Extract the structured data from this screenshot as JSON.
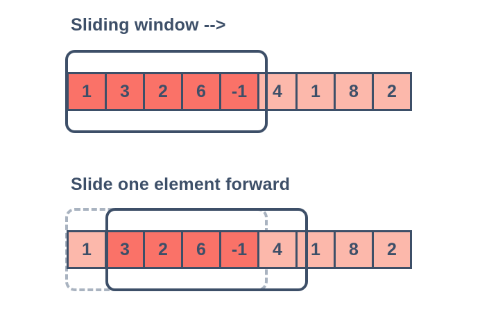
{
  "diagram": {
    "title_row1": "Sliding window -->",
    "title_row2": "Slide one element forward",
    "colors": {
      "ink": "#3d4f68",
      "cell_active": "#fa7268",
      "cell_inactive": "#fcb8ab",
      "ghost_border": "#a9b3c0",
      "background": "#ffffff"
    },
    "array": [
      "1",
      "3",
      "2",
      "6",
      "-1",
      "4",
      "1",
      "8",
      "2"
    ],
    "rows": [
      {
        "name": "initial-window",
        "caption": "Sliding window -->",
        "cells": [
          {
            "value": "1",
            "active": true
          },
          {
            "value": "3",
            "active": true
          },
          {
            "value": "2",
            "active": true
          },
          {
            "value": "6",
            "active": true
          },
          {
            "value": "-1",
            "active": true
          },
          {
            "value": "4",
            "active": false
          },
          {
            "value": "1",
            "active": false
          },
          {
            "value": "8",
            "active": false
          },
          {
            "value": "2",
            "active": false
          }
        ],
        "window": {
          "start_index": 0,
          "end_index": 4,
          "style": "solid"
        },
        "ghost_window": null
      },
      {
        "name": "shifted-window",
        "caption": "Slide one element forward",
        "cells": [
          {
            "value": "1",
            "active": false
          },
          {
            "value": "3",
            "active": true
          },
          {
            "value": "2",
            "active": true
          },
          {
            "value": "6",
            "active": true
          },
          {
            "value": "-1",
            "active": true
          },
          {
            "value": "4",
            "active": false
          },
          {
            "value": "1",
            "active": false
          },
          {
            "value": "8",
            "active": false
          },
          {
            "value": "2",
            "active": false
          }
        ],
        "window": {
          "start_index": 1,
          "end_index": 5,
          "style": "solid"
        },
        "ghost_window": {
          "start_index": 0,
          "end_index": 4,
          "style": "dashed"
        }
      }
    ]
  }
}
